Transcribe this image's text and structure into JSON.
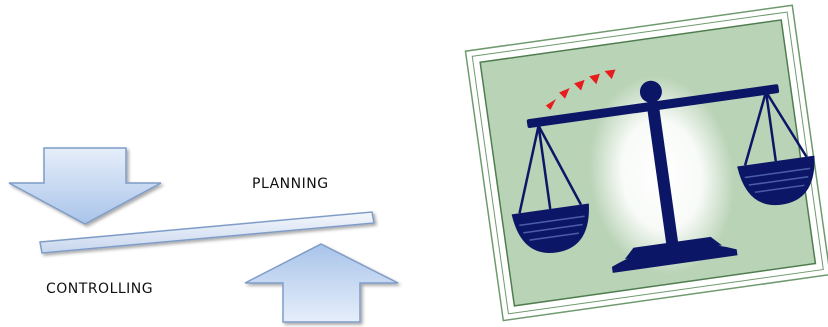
{
  "labels": {
    "planning": "PLANNING",
    "controlling": "CONTROLLING"
  },
  "icons": {
    "left_arrow": "down-arrow-icon",
    "right_arrow": "up-arrow-icon",
    "beam": "seesaw-beam",
    "scale": "balance-scale-icon"
  },
  "colors": {
    "arrow_fill": "#c5d9f5",
    "arrow_stroke": "#7f9cc8",
    "beam_fill": "#dfe8f6",
    "beam_stroke": "#7f9cc8",
    "frame_fill": "#b8d2b4",
    "frame_stroke": "#5f8c5f",
    "scale_color": "#0b1766",
    "triangle_color": "#e81c1c"
  }
}
